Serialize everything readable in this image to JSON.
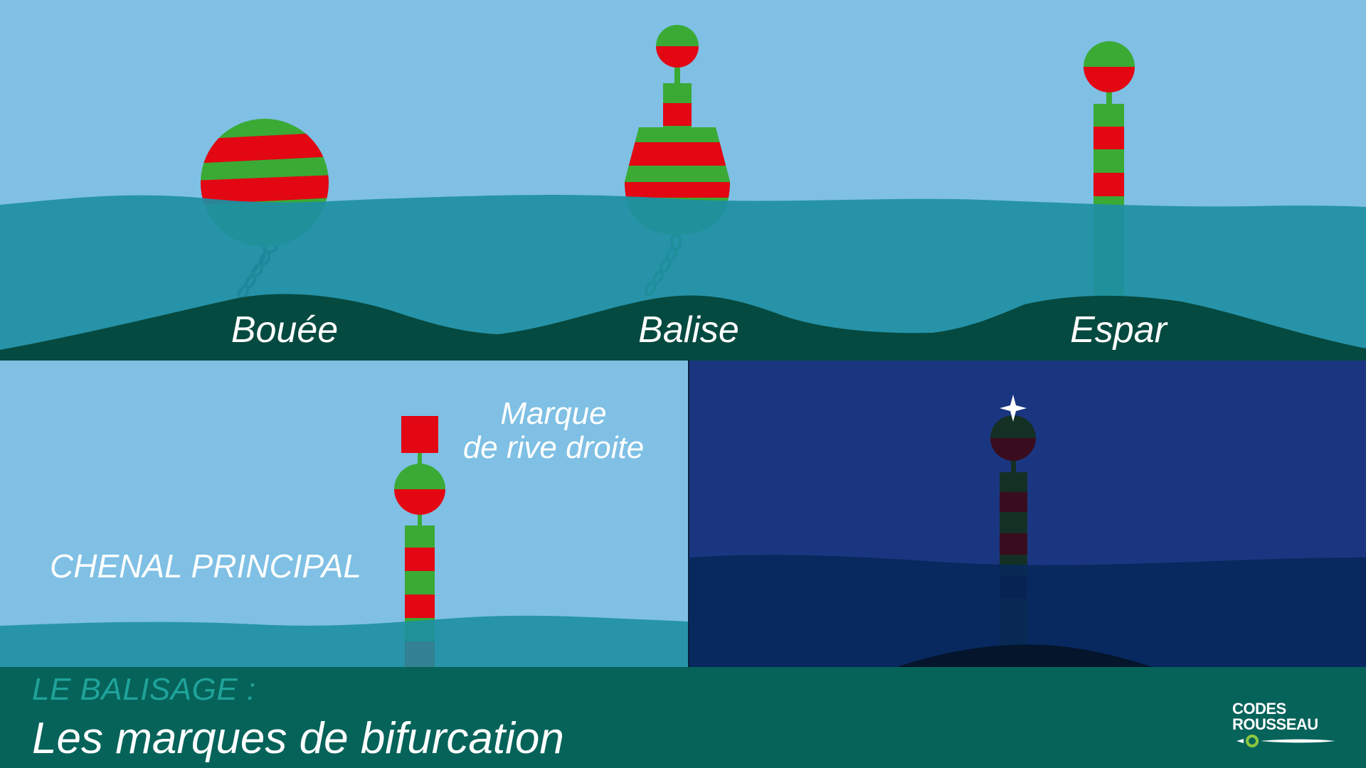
{
  "labels": {
    "buoy": "Bouée",
    "beacon": "Balise",
    "spar": "Espar",
    "main_channel": "CHENAL PRINCIPAL",
    "right_bank_line1": "Marque",
    "right_bank_line2": "de rive droite"
  },
  "title": {
    "subtitle": "LE BALISAGE :",
    "main": "Les marques de bifurcation"
  },
  "logo": {
    "line1": "CODES",
    "line2": "ROUSSEAU"
  },
  "colors": {
    "sky": "#7fc0e4",
    "water": "#1e8fa3",
    "seabed": "#054a40",
    "footer": "#06635a",
    "night_sky": "#1b3680",
    "night_water": "#06285a",
    "green": "#3aaa35",
    "red": "#e30613"
  }
}
